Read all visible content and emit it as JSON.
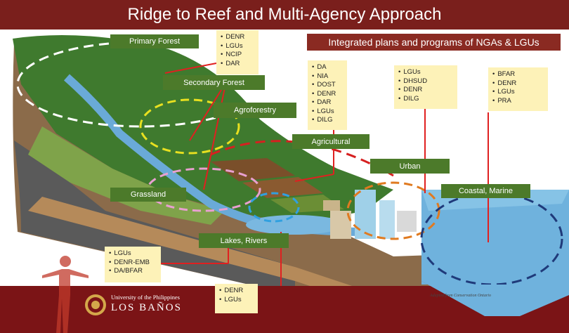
{
  "title": "Ridge to Reef and Multi-Agency Approach",
  "banner": "Integrated plans and programs of NGAs & LGUs",
  "zones": {
    "primary_forest": "Primary Forest",
    "secondary_forest": "Secondary Forest",
    "agroforestry": "Agroforestry",
    "agricultural": "Agricultural",
    "urban": "Urban",
    "coastal_marine": "Coastal, Marine",
    "grassland": "Grassland",
    "lakes_rivers": "Lakes, Rivers"
  },
  "agency_boxes": {
    "forest": [
      "DENR",
      "LGUs",
      "NCIP",
      "DAR"
    ],
    "agricultural": [
      "DA",
      "NIA",
      "DOST",
      "DENR",
      "DAR",
      "LGUs",
      "DILG"
    ],
    "urban": [
      "LGUs",
      "DHSUD",
      "DENR",
      "DILG"
    ],
    "coastal": [
      "BFAR",
      "DENR",
      "LGUs",
      "PRA"
    ],
    "lakes": [
      "LGUs",
      "DENR-EMB",
      "DA/BFAR"
    ],
    "bottom": [
      "DENR",
      "LGUs"
    ]
  },
  "university": {
    "line1": "University of the Philippines",
    "line2": "LOS BAÑOS"
  },
  "credit": "Adapted from Conservation Ontario",
  "colors": {
    "title_bar": "#7a1f1c",
    "footer": "#7b1416",
    "zone_label": "#4c7a2a",
    "agency_box": "#fdf2b8",
    "arrow": "#e02020"
  }
}
